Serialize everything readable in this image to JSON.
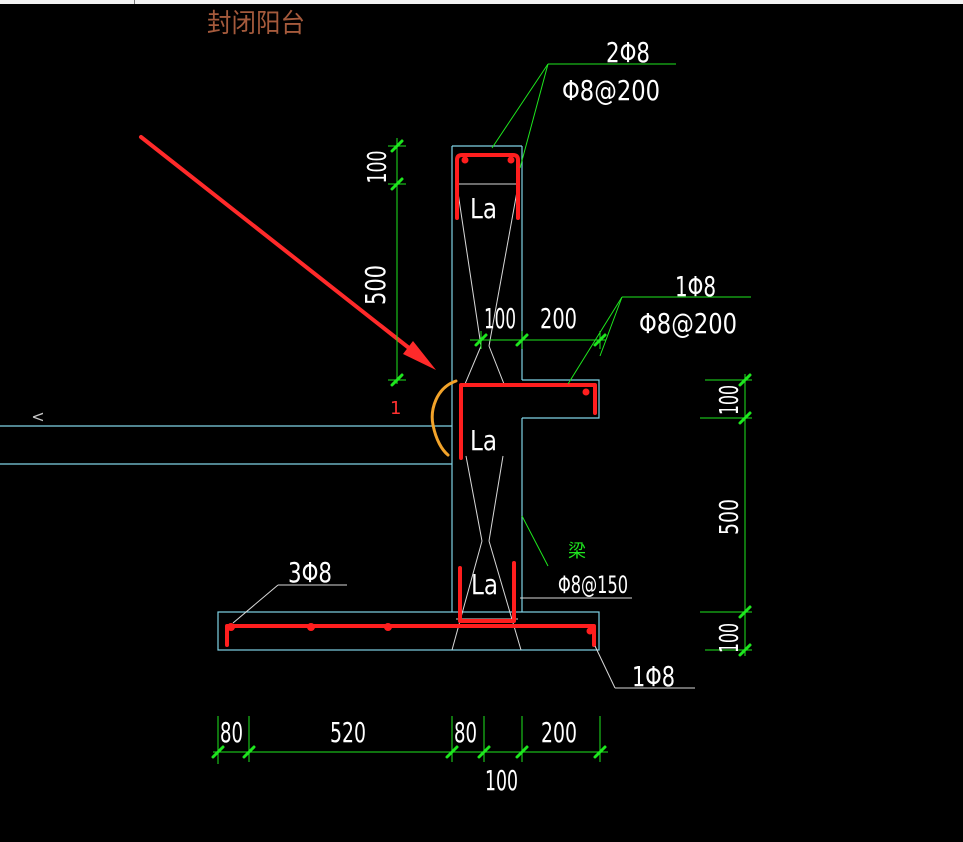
{
  "title": "封闭阳台",
  "annotations": {
    "top_rebar": {
      "count": "2Φ8",
      "spacing": "Φ8@200"
    },
    "ledge_rebar": {
      "count": "1Φ8",
      "spacing": "Φ8@200"
    },
    "beam": {
      "label": "梁",
      "stirrup": "Φ8@150"
    },
    "slab_rebar": "3Φ8",
    "bottom_rebar": "1Φ8",
    "anchorage": [
      "La",
      "La",
      "La"
    ],
    "marker": "1"
  },
  "dimensions": {
    "left": [
      "100",
      "500"
    ],
    "ledge": [
      "100",
      "200"
    ],
    "right": [
      "100",
      "500",
      "100"
    ],
    "bottom": [
      "80",
      "520",
      "80",
      "200"
    ],
    "bottom_below": "100"
  },
  "ui": {
    "panel_toggle": "<"
  },
  "colors": {
    "background": "#000000",
    "outline": "#7fd3e6",
    "anchorage_lines": "#d9d9d9",
    "rebar": "#ff1e1e",
    "dimension": "#1ee61e",
    "text": "#ffffff",
    "title": "#a55a3c",
    "arc": "#f2a32a",
    "arrow": "#ff2a2a",
    "marker": "#ff3030",
    "beam_label": "#1ee61e"
  }
}
